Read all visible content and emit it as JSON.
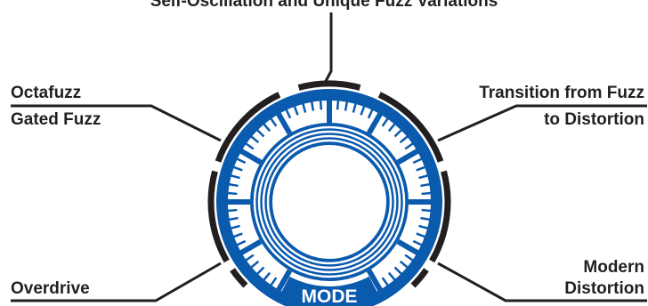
{
  "diagram": {
    "title": "Mode Knob Positions",
    "knob_label": "MODE",
    "positions": {
      "top": "Self-Oscillation and Unique Fuzz Variations",
      "upper_left_line1": "Octafuzz",
      "upper_left_line2": "Gated Fuzz",
      "upper_right_line1": "Transition from Fuzz",
      "upper_right_line2": "to Distortion",
      "lower_left": "Overdrive",
      "lower_right_line1": "Modern",
      "lower_right_line2": "Distortion"
    }
  },
  "colors": {
    "knob_blue": "#0a5aad",
    "line_black": "#231f20",
    "background": "#ffffff"
  }
}
